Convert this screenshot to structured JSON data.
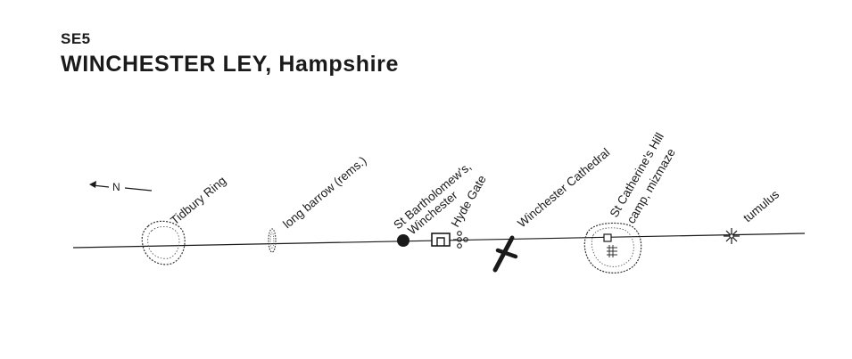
{
  "header": {
    "code": "SE5",
    "title": "WINCHESTER LEY, Hampshire"
  },
  "diagram": {
    "north_label": "N",
    "sites": [
      {
        "label": "Tidbury Ring",
        "icon": "earthwork-ring-icon"
      },
      {
        "label": "long barrow (rems.)",
        "icon": "long-barrow-icon"
      },
      {
        "label_lines": [
          "St Bartholomew's,",
          "Winchester"
        ],
        "icon": "church-dot-icon"
      },
      {
        "label": "Hyde Gate",
        "icon": "gate-icon"
      },
      {
        "label": "Winchester Cathedral",
        "icon": "cathedral-cross-icon"
      },
      {
        "label_lines": [
          "St Catherine's Hill",
          "camp, mizmaze"
        ],
        "icon": "hillfort-icon"
      },
      {
        "label": "tumulus",
        "icon": "tumulus-icon"
      }
    ]
  }
}
